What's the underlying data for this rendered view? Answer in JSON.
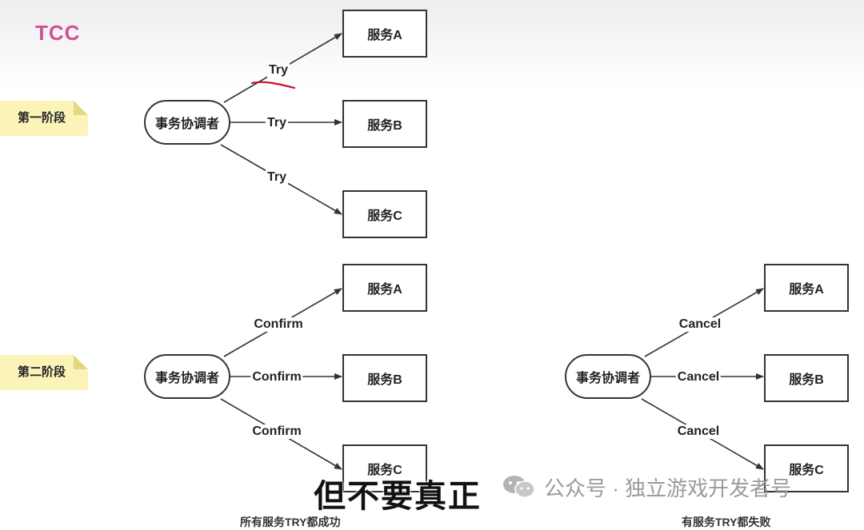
{
  "title": "TCC",
  "phases": {
    "one": "第一阶段",
    "two": "第二阶段"
  },
  "coordinator_label": "事务协调者",
  "services": {
    "a": "服务A",
    "b": "服务B",
    "c": "服务C"
  },
  "edges": {
    "try": "Try",
    "confirm": "Confirm",
    "cancel": "Cancel"
  },
  "bottom_partial": {
    "left": "所有服务TRY都成功",
    "right": "有服务TRY都失败"
  },
  "subtitle": "但不要真正",
  "watermark": "公众号 · 独立游戏开发者号",
  "colors": {
    "title": "#d14f98",
    "note": "#fbf4b9",
    "pen": "#c8102e"
  }
}
